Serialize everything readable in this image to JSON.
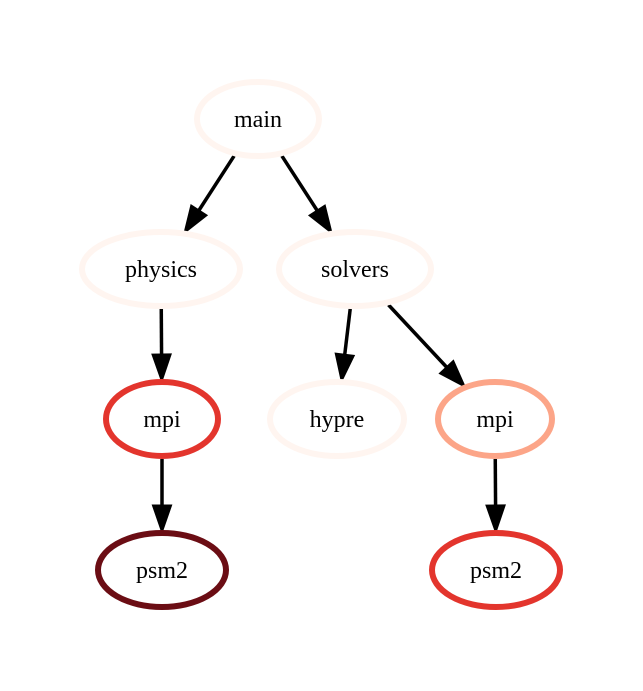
{
  "nodes": [
    {
      "id": "n_main",
      "label": "main",
      "color": "#fff5f0"
    },
    {
      "id": "n_physics",
      "label": "physics",
      "color": "#fff5f0"
    },
    {
      "id": "n_solvers",
      "label": "solvers",
      "color": "#fff5f0"
    },
    {
      "id": "n_mpi_left",
      "label": "mpi",
      "color": "#e3352d"
    },
    {
      "id": "n_hypre",
      "label": "hypre",
      "color": "#fff5f0"
    },
    {
      "id": "n_mpi_right",
      "label": "mpi",
      "color": "#fca588"
    },
    {
      "id": "n_psm2_left",
      "label": "psm2",
      "color": "#6b0d14"
    },
    {
      "id": "n_psm2_right",
      "label": "psm2",
      "color": "#e3352d"
    }
  ],
  "edges": [
    {
      "from": "n_main",
      "to": "n_physics"
    },
    {
      "from": "n_main",
      "to": "n_solvers"
    },
    {
      "from": "n_physics",
      "to": "n_mpi_left"
    },
    {
      "from": "n_solvers",
      "to": "n_hypre"
    },
    {
      "from": "n_solvers",
      "to": "n_mpi_right"
    },
    {
      "from": "n_mpi_left",
      "to": "n_psm2_left"
    },
    {
      "from": "n_mpi_right",
      "to": "n_psm2_right"
    }
  ]
}
